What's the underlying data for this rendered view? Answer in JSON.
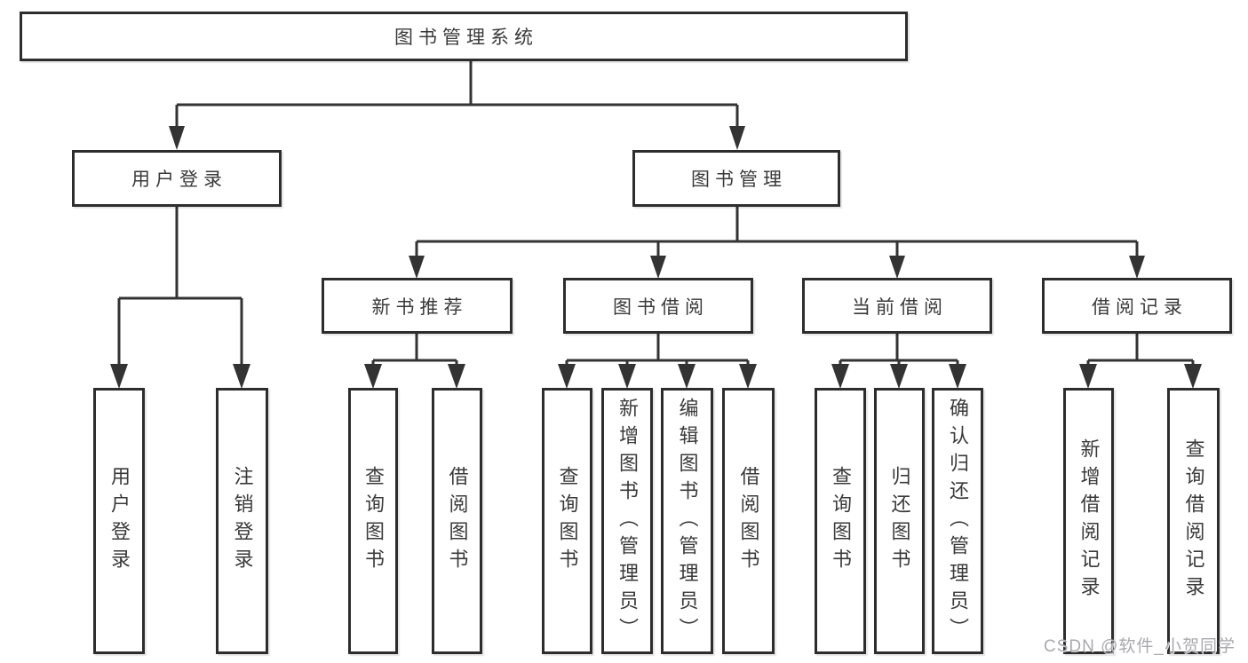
{
  "diagram": {
    "root": {
      "label": "图书管理系统",
      "children": [
        {
          "label": "用户登录",
          "children": [
            {
              "label": "用户登录"
            },
            {
              "label": "注销登录"
            }
          ]
        },
        {
          "label": "图书管理",
          "children": [
            {
              "label": "新书推荐",
              "children": [
                {
                  "label": "查询图书"
                },
                {
                  "label": "借阅图书"
                }
              ]
            },
            {
              "label": "图书借阅",
              "children": [
                {
                  "label": "查询图书"
                },
                {
                  "label": "新增图书（管理员）"
                },
                {
                  "label": "编辑图书（管理员）"
                },
                {
                  "label": "借阅图书"
                }
              ]
            },
            {
              "label": "当前借阅",
              "children": [
                {
                  "label": "查询图书"
                },
                {
                  "label": "归还图书"
                },
                {
                  "label": "确认归还（管理员）"
                }
              ]
            },
            {
              "label": "借阅记录",
              "children": [
                {
                  "label": "新增借阅记录"
                },
                {
                  "label": "查询借阅记录"
                }
              ]
            }
          ]
        }
      ]
    }
  },
  "watermark": {
    "text": "CSDN @软件_小贺同学"
  },
  "colors": {
    "line": "#333333",
    "box_border": "#2d2d2d",
    "text": "#3a3a3a",
    "watermark": "#a9a9ae",
    "background": "#ffffff"
  }
}
